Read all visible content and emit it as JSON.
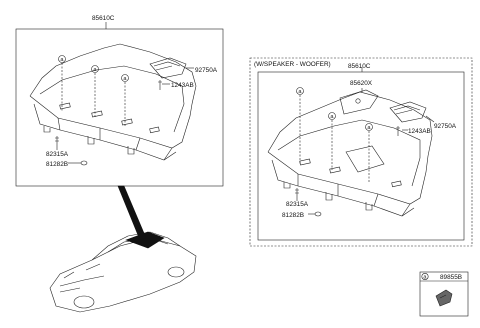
{
  "diagram": {
    "left_group": {
      "part_no": "85610C",
      "labels": {
        "part_92750A": "92750A",
        "part_1243AB": "1243AB",
        "part_82315A": "82315A",
        "part_81282B": "81282B"
      },
      "callouts": [
        "a",
        "a",
        "a"
      ]
    },
    "right_group": {
      "variant_title": "(W/SPEAKER - WOOFER)",
      "part_no": "85610C",
      "labels": {
        "part_85620X": "85620X",
        "part_92750A": "92750A",
        "part_1243AB": "1243AB",
        "part_82315A": "82315A",
        "part_81282B": "81282B"
      },
      "callouts": [
        "a",
        "a",
        "a"
      ]
    },
    "legend": {
      "letter": "a",
      "part_no": "89855B"
    }
  }
}
